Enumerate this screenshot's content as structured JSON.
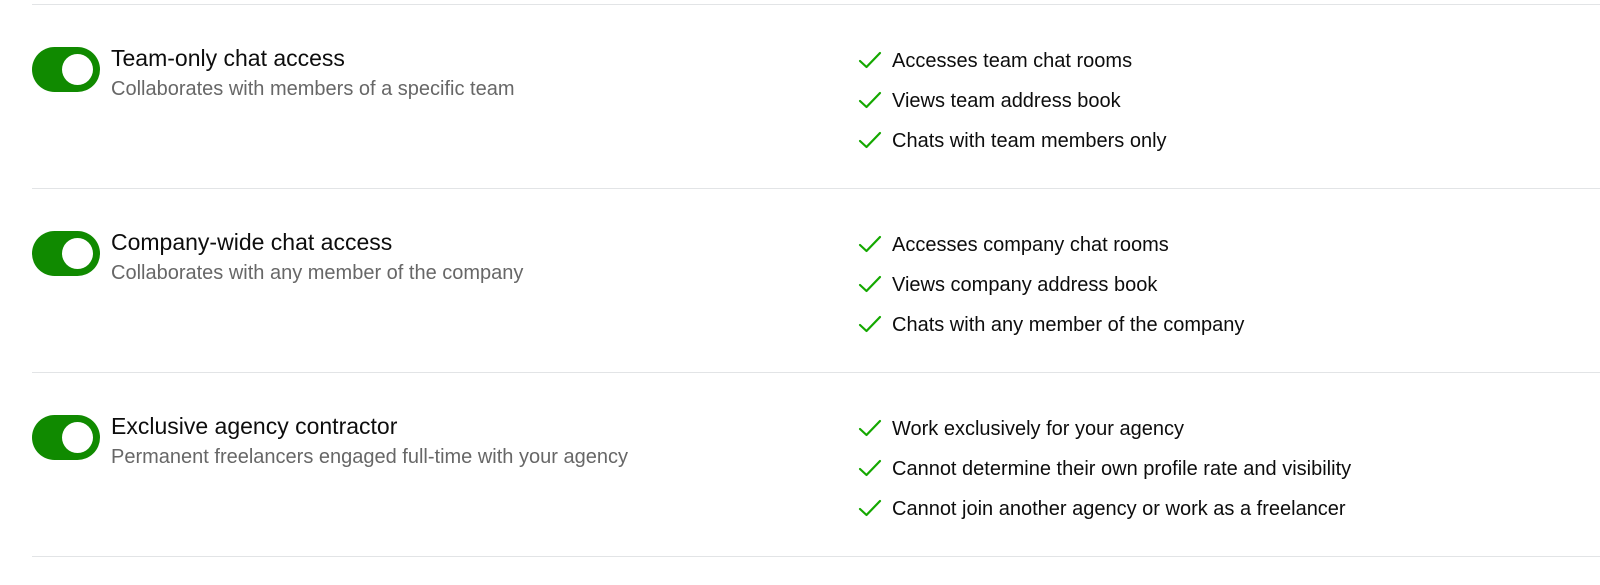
{
  "colors": {
    "toggle_on": "#108a00",
    "check": "#14a800",
    "divider": "#e2e4e6",
    "subtitle": "#676767"
  },
  "roles": [
    {
      "title": "Team-only chat access",
      "subtitle": "Collaborates with members of a specific team",
      "enabled": true,
      "features": [
        "Accesses team chat rooms",
        "Views team address book",
        "Chats with team members only"
      ]
    },
    {
      "title": "Company-wide chat access",
      "subtitle": "Collaborates with any member of the company",
      "enabled": true,
      "features": [
        "Accesses company chat rooms",
        "Views company address book",
        "Chats with any member of the company"
      ]
    },
    {
      "title": "Exclusive agency contractor",
      "subtitle": "Permanent freelancers engaged full-time with your agency",
      "enabled": true,
      "features": [
        "Work exclusively for your agency",
        "Cannot determine their own profile rate and visibility",
        "Cannot join another agency or work as a freelancer"
      ]
    }
  ]
}
